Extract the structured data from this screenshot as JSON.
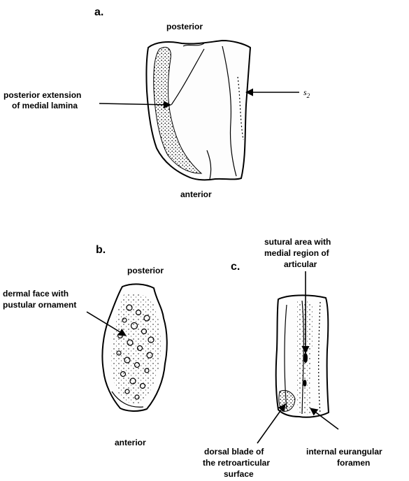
{
  "figure": {
    "panel_a": {
      "letter": "a.",
      "top": "posterior",
      "bottom": "anterior",
      "left_label_line1": "posterior extension",
      "left_label_line2": "of medial lamina",
      "right_label": "s",
      "right_label_sub": "2"
    },
    "panel_b": {
      "letter": "b.",
      "top": "posterior",
      "left_label_line1": "dermal face with",
      "left_label_line2": "pustular ornament",
      "bottom": "anterior"
    },
    "panel_c": {
      "letter": "c.",
      "top_label_line1": "sutural area with",
      "top_label_line2": "medial region of",
      "top_label_line3": "articular",
      "left_label_line1": "dorsal blade of",
      "left_label_line2": "the retroarticular",
      "left_label_line3": "surface",
      "right_label_line1": "internal eurangular",
      "right_label_line2": "foramen"
    },
    "colors": {
      "ink": "#000000",
      "paper": "#ffffff"
    }
  }
}
